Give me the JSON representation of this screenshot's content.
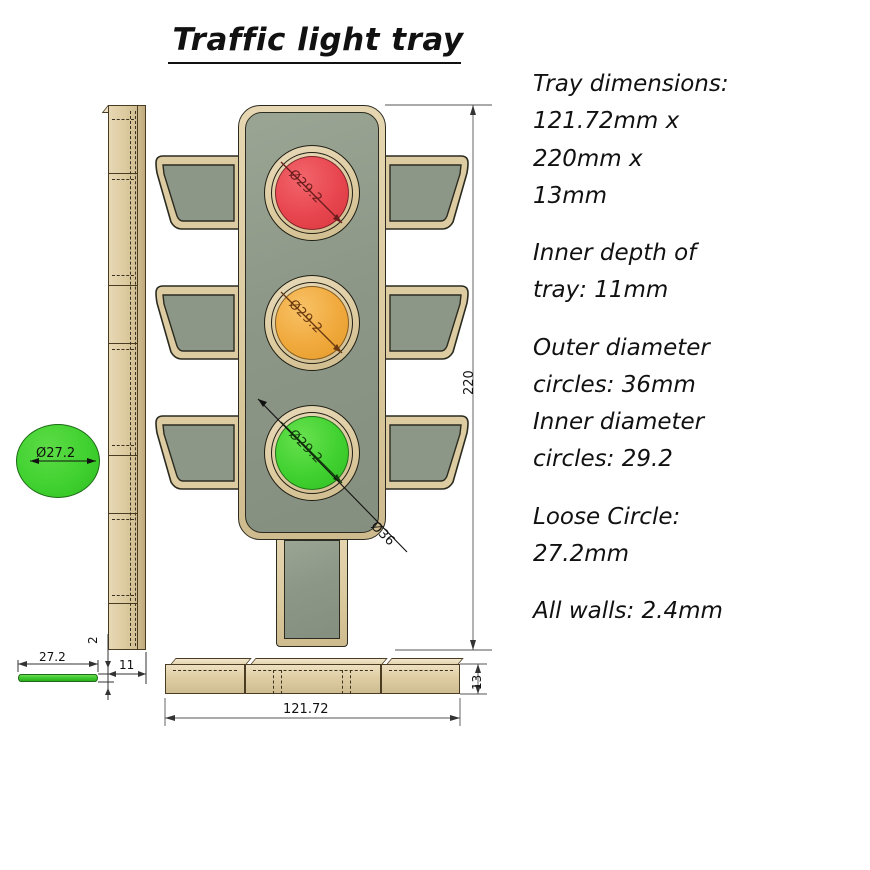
{
  "document": {
    "title": "Traffic light tray",
    "background_color": "#ffffff"
  },
  "notes": {
    "lines": [
      "Tray dimensions:",
      "121.72mm x",
      "220mm x",
      "13mm",
      "",
      "Inner depth of",
      "tray: 11mm",
      "",
      "Outer diameter",
      "circles: 36mm",
      "Inner diameter",
      "circles: 29.2",
      "",
      "Loose Circle:",
      "27.2mm",
      "",
      "All walls: 2.4mm"
    ]
  },
  "front_view": {
    "name": "traffic-light-front-view",
    "lamps": [
      {
        "id": "red-lamp",
        "color_name": "red",
        "glass_hex": "#e8464f",
        "inner_dia_label": "Ø29.2"
      },
      {
        "id": "amber-lamp",
        "color_name": "amber",
        "glass_hex": "#f0a93c",
        "inner_dia_label": "Ø29.2"
      },
      {
        "id": "green-lamp",
        "color_name": "green",
        "glass_hex": "#41d130",
        "inner_dia_label": "Ø29.2"
      }
    ],
    "outer_dia_label": "Ø36",
    "body_hex": "#8d9787",
    "trim_hex": "#dbc99e",
    "height_dimension": "220"
  },
  "side_view": {
    "name": "tray-side-edge-view",
    "width_dimension": "11",
    "material_hex": "#ddcba1"
  },
  "loose_circle": {
    "name": "loose-circle-part",
    "diameter_label": "Ø27.2",
    "fill_hex": "#3ed02e",
    "profile_width_dimension": "27.2",
    "profile_thickness_dimension": "2"
  },
  "bottom_view": {
    "name": "tray-bottom-plan-view",
    "width_dimension": "121.72",
    "thickness_dimension": "13",
    "material_hex": "#e0cfa6"
  }
}
